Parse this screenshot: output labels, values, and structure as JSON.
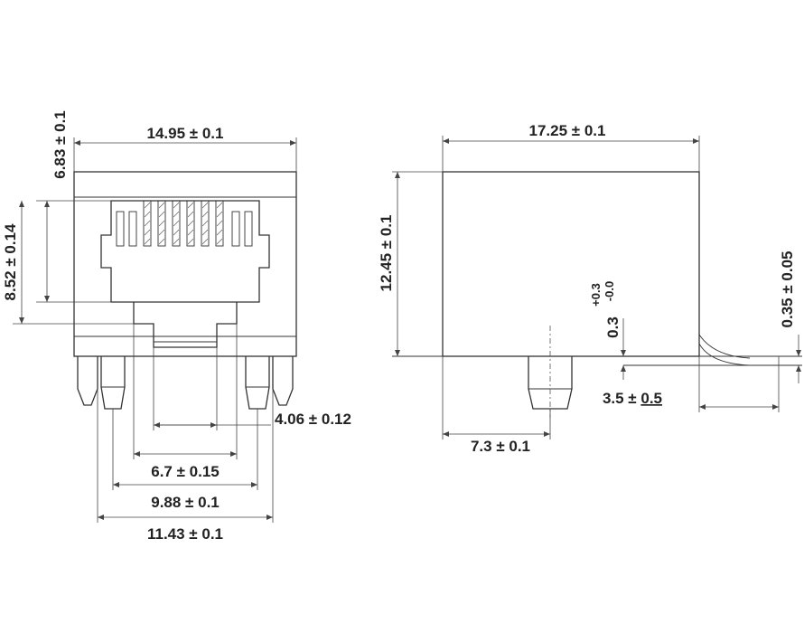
{
  "colors": {
    "line": "#333333",
    "text": "#222222",
    "background": "#ffffff"
  },
  "front_view": {
    "dim_width_total": "14.95 ± 0.1",
    "dim_height_top": "6.83 ± 0.1",
    "dim_height_side": "8.52 ± 0.14",
    "dim_pin_inner": "4.06 ± 0.12",
    "dim_pin_span_1": "6.7 ± 0.15",
    "dim_pin_span_2": "9.88 ± 0.1",
    "dim_pin_span_3": "11.43 ± 0.1"
  },
  "side_view": {
    "dim_length_total": "17.25 ± 0.1",
    "dim_height_total": "12.45 ± 0.1",
    "dim_standoff": "0.3",
    "dim_standoff_tol_plus": "+0.3",
    "dim_standoff_tol_minus": "-0.0",
    "dim_lead_thickness": "0.35 ± 0.05",
    "dim_lead_length_value": "3.5 ± ",
    "dim_lead_length_tol": "0.5",
    "dim_post_offset": "7.3 ± 0.1"
  }
}
